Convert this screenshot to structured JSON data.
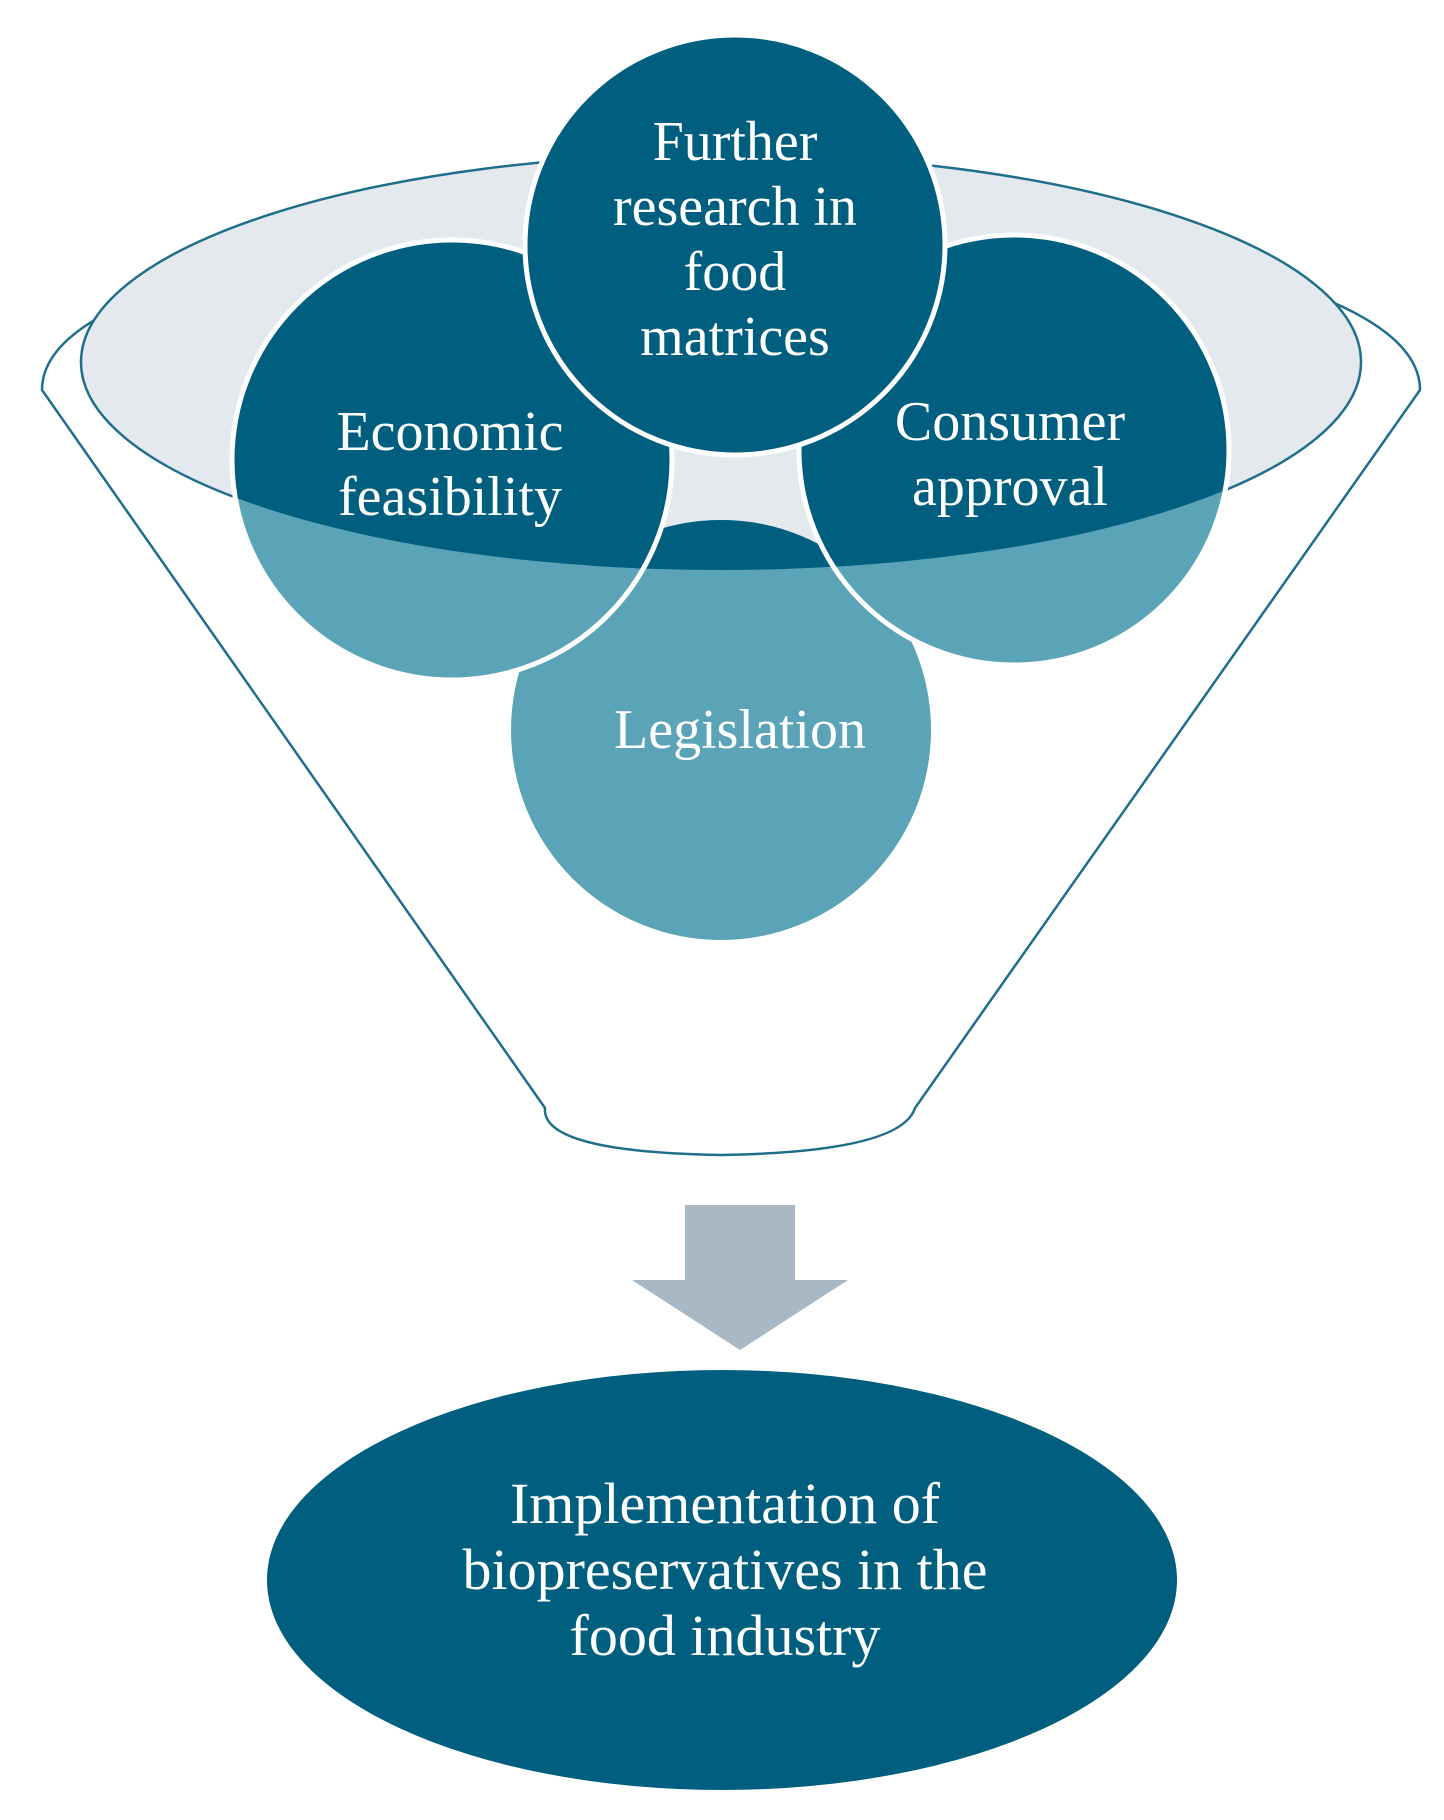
{
  "diagram": {
    "filter_items": [
      {
        "id": "research",
        "lines": [
          "Further",
          "research in",
          "food",
          "matrices"
        ]
      },
      {
        "id": "economic",
        "lines": [
          "Economic",
          "feasibility"
        ]
      },
      {
        "id": "consumer",
        "lines": [
          "Consumer",
          "approval"
        ]
      },
      {
        "id": "legislation",
        "lines": [
          "Legislation"
        ]
      }
    ],
    "result": {
      "lines": [
        "Implementation of",
        "biopreservatives in the",
        "food industry"
      ]
    },
    "colors": {
      "dark_teal": "#005f7f",
      "light_teal": "#5ba3b7",
      "funnel_outline": "#1f6e8c",
      "funnel_rim_fill": "#e4e9ee",
      "arrow": "#a8b8c4"
    }
  }
}
